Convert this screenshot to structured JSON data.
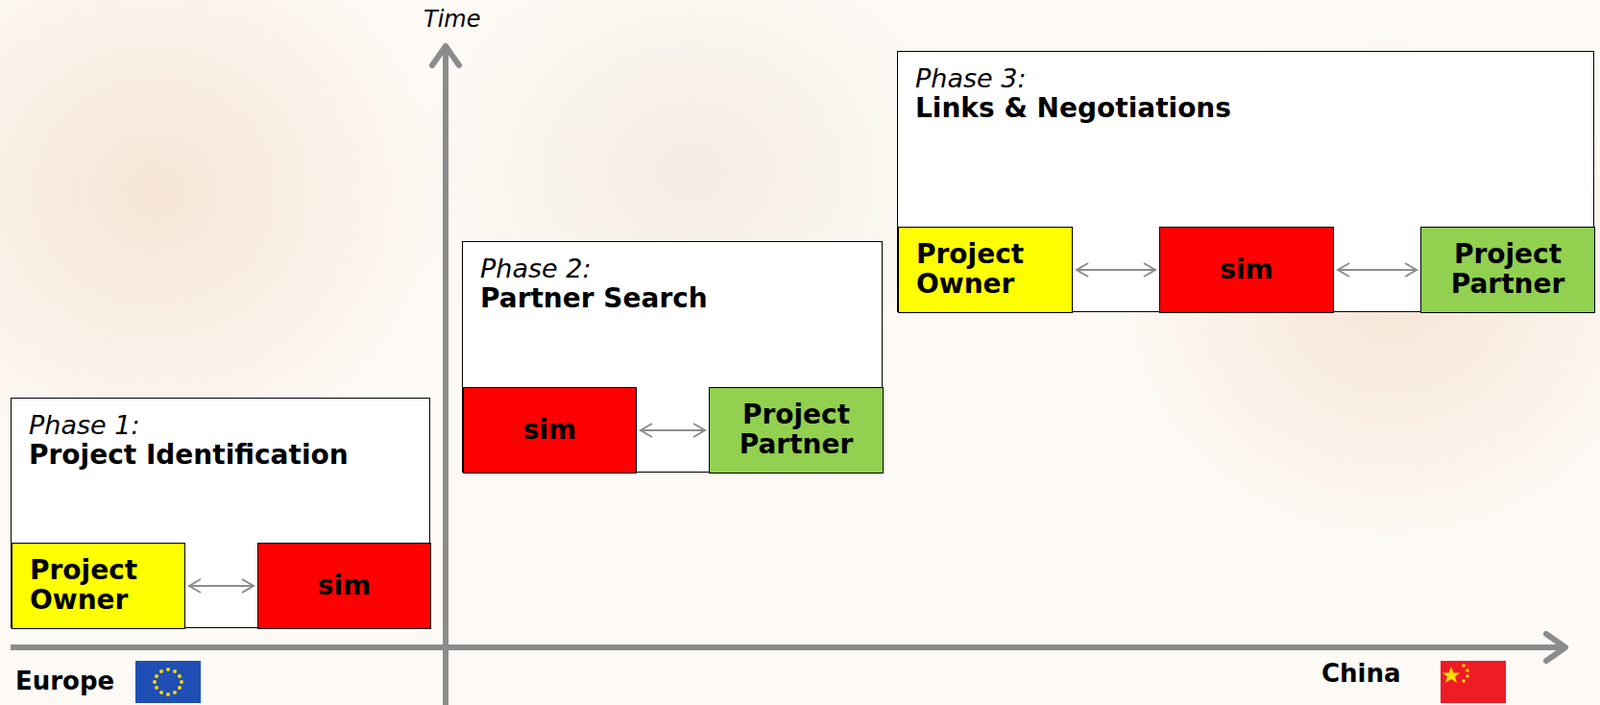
{
  "diagram": {
    "nodes": [
      {
        "text": [
          "Phase 1:",
          "Project Identification"
        ]
      },
      {
        "text": [
          "Project Owner"
        ],
        "in": 0
      },
      {
        "text": [
          "sim"
        ],
        "in": 0
      },
      {
        "text": [
          "Phase 2:",
          "Partner Search"
        ]
      },
      {
        "text": [
          "sim"
        ],
        "in": 3
      },
      {
        "text": [
          "Project Partner"
        ],
        "in": 3
      },
      {
        "text": [
          "Phase 3:",
          "Links & Negotiations"
        ]
      },
      {
        "text": [
          "Project Owner"
        ],
        "in": 6
      },
      {
        "text": [
          "sim"
        ],
        "in": 6
      },
      {
        "text": [
          "Project Partner"
        ],
        "in": 6
      }
    ],
    "edges": [
      {
        "from": 1,
        "to": 2,
        "arrow": "both"
      },
      {
        "from": 4,
        "to": 5,
        "arrow": "both"
      },
      {
        "from": 7,
        "to": 8,
        "arrow": "both"
      },
      {
        "from": 8,
        "to": 9,
        "arrow": "both"
      }
    ],
    "labels": [
      "Time",
      "Europe",
      "China"
    ]
  }
}
